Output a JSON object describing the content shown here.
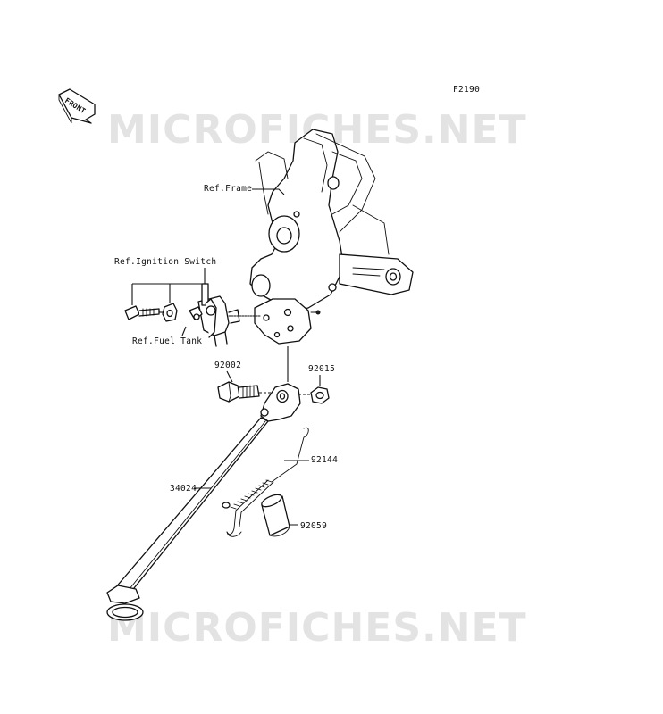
{
  "diagram_code": "F2190",
  "watermark": "MICROFICHES.NET",
  "front_label": "FRONT",
  "labels": {
    "ref_frame": "Ref.Frame",
    "ref_ignition": "Ref.Ignition Switch",
    "ref_fuel_tank": "Ref.Fuel Tank",
    "p92002": "92002",
    "p92015": "92015",
    "p92144": "92144",
    "p34024": "34024",
    "p92059": "92059"
  }
}
